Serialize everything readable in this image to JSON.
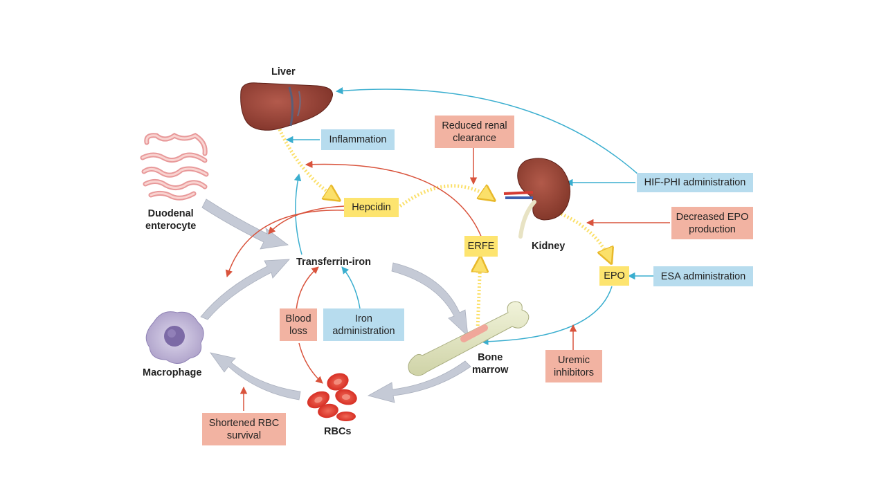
{
  "organs": {
    "liver": "Liver",
    "duodenal": [
      "Duodenal",
      "enterocyte"
    ],
    "transferrin": "Transferrin-iron",
    "macrophage": "Macrophage",
    "rbcs": "RBCs",
    "bone_marrow": [
      "Bone",
      "marrow"
    ],
    "kidney": "Kidney"
  },
  "mediators": {
    "hepcidin": "Hepcidin",
    "erfe": "ERFE",
    "epo": "EPO"
  },
  "treatments": {
    "inflammation": "Inflammation",
    "hif_phi": "HIF-PHI administration",
    "esa": "ESA administration",
    "iron_admin": [
      "Iron",
      "administration"
    ]
  },
  "factors": {
    "reduced_renal": [
      "Reduced renal",
      "clearance"
    ],
    "decreased_epo": [
      "Decreased EPO",
      "production"
    ],
    "uremic": [
      "Uremic",
      "inhibitors"
    ],
    "blood_loss": [
      "Blood",
      "loss"
    ],
    "shortened_rbc": [
      "Shortened RBC",
      "survival"
    ]
  },
  "colors": {
    "blue_box": "#b7dcee",
    "salmon_box": "#f2b3a2",
    "yellow_box": "#fde46f",
    "blue_arrow": "#3aaecf",
    "red_arrow": "#d9533c",
    "flow_arrow": "#c5cad6"
  }
}
